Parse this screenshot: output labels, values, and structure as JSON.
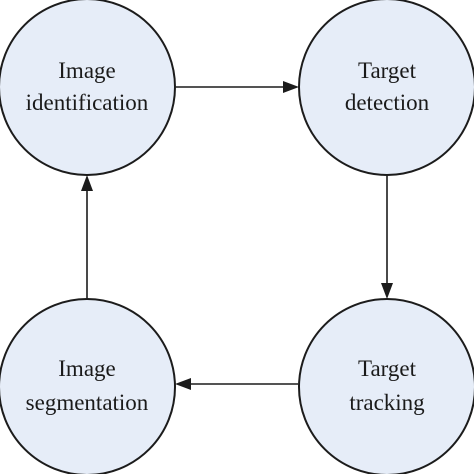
{
  "diagram": {
    "node_fill": "#e6edf8",
    "stroke_color": "#1c1c1c",
    "nodes": {
      "image_identification": {
        "line1": "Image",
        "line2": "identification"
      },
      "target_detection": {
        "line1": "Target",
        "line2": "detection"
      },
      "target_tracking": {
        "line1": "Target",
        "line2": "tracking"
      },
      "image_segmentation": {
        "line1": "Image",
        "line2": "segmentation"
      }
    },
    "edges": [
      {
        "from": "image_identification",
        "to": "target_detection"
      },
      {
        "from": "target_detection",
        "to": "target_tracking"
      },
      {
        "from": "target_tracking",
        "to": "image_segmentation"
      },
      {
        "from": "image_segmentation",
        "to": "image_identification"
      }
    ]
  }
}
